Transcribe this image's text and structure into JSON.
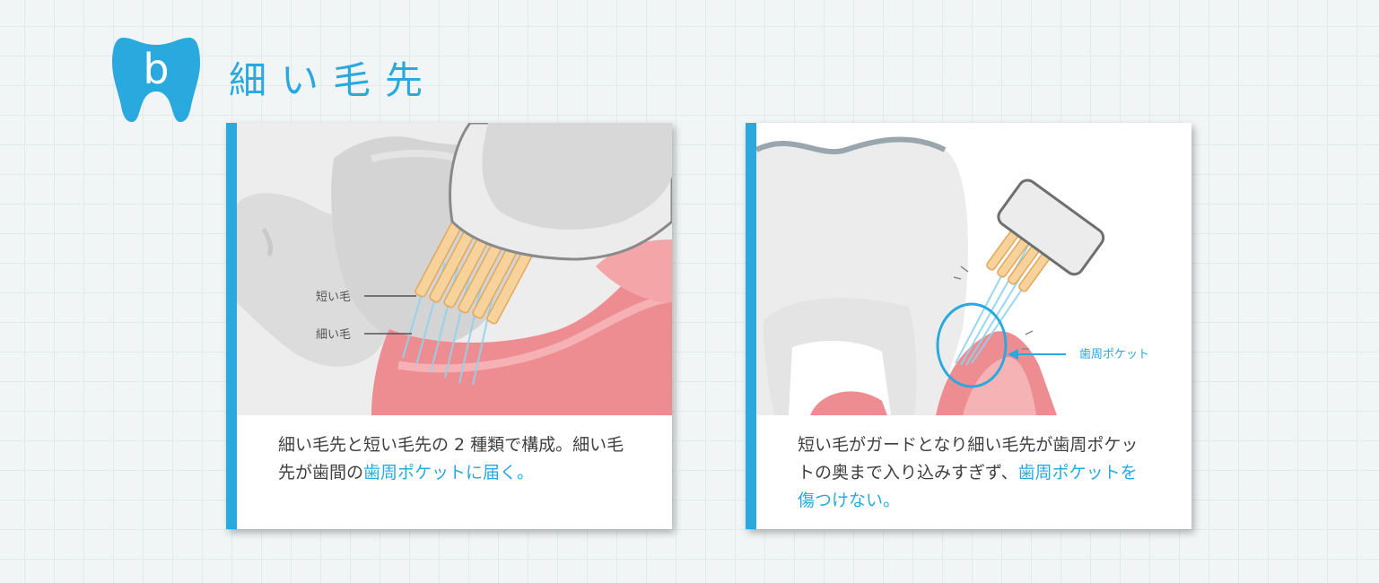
{
  "header": {
    "badge_letter": "b",
    "title": "細い毛先"
  },
  "left_card": {
    "labels": {
      "short_bristle": "短い毛",
      "fine_bristle": "細い毛"
    },
    "caption": {
      "text_1": "細い毛先と短い毛先の 2 種類で構成。細い毛先が歯間の",
      "highlight": "歯周ポケットに届く。"
    }
  },
  "right_card": {
    "labels": {
      "pocket": "歯周ポケット"
    },
    "caption": {
      "text_1": "短い毛がガードとなり細い毛先が歯周ポケットの奥まで入り込みすぎず、",
      "highlight": "歯周ポケットを傷つけない。"
    }
  },
  "colors": {
    "accent": "#2aa9df",
    "gum": "#ef8f92",
    "bristle": "#f7d29a",
    "fine_bristle": "#8fd3ef"
  }
}
